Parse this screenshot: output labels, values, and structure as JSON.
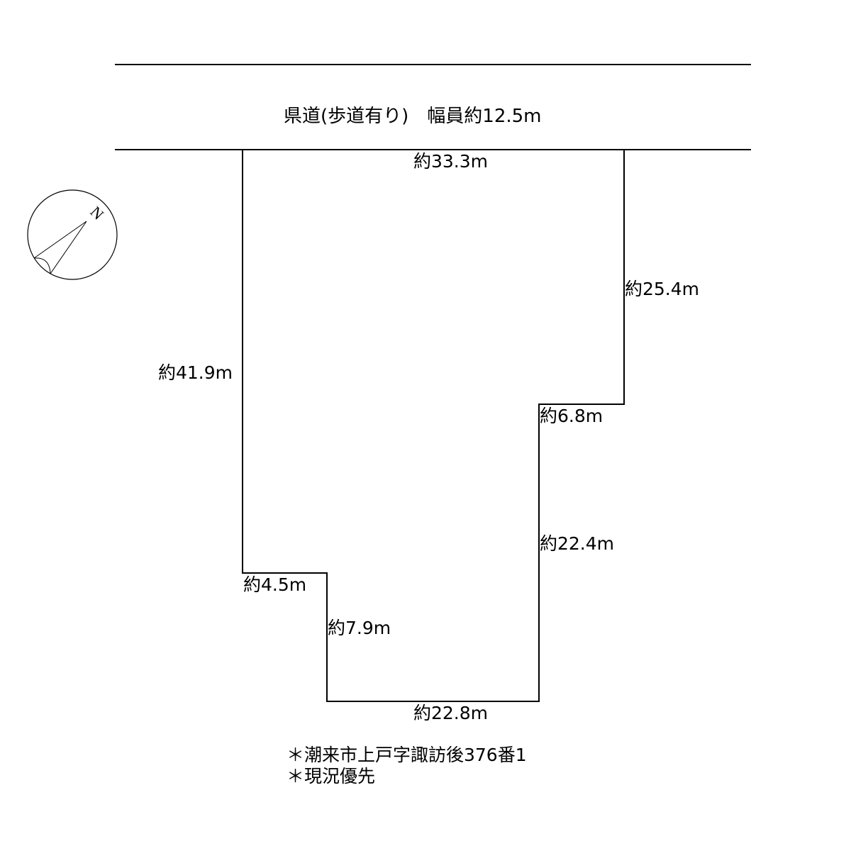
{
  "road": {
    "label": "県道(歩道有り)　幅員約12.5m"
  },
  "compass": {
    "north_label": "N"
  },
  "dimensions": {
    "top": "約33.3m",
    "right_upper": "約25.4m",
    "step_right": "約6.8m",
    "right_lower": "約22.4m",
    "bottom": "約22.8m",
    "left": "約41.9m",
    "step_left": "約4.5m",
    "left_lower": "約7.9m"
  },
  "notes": [
    "＊潮来市上戸字諏訪後376番1",
    "＊現況優先"
  ]
}
